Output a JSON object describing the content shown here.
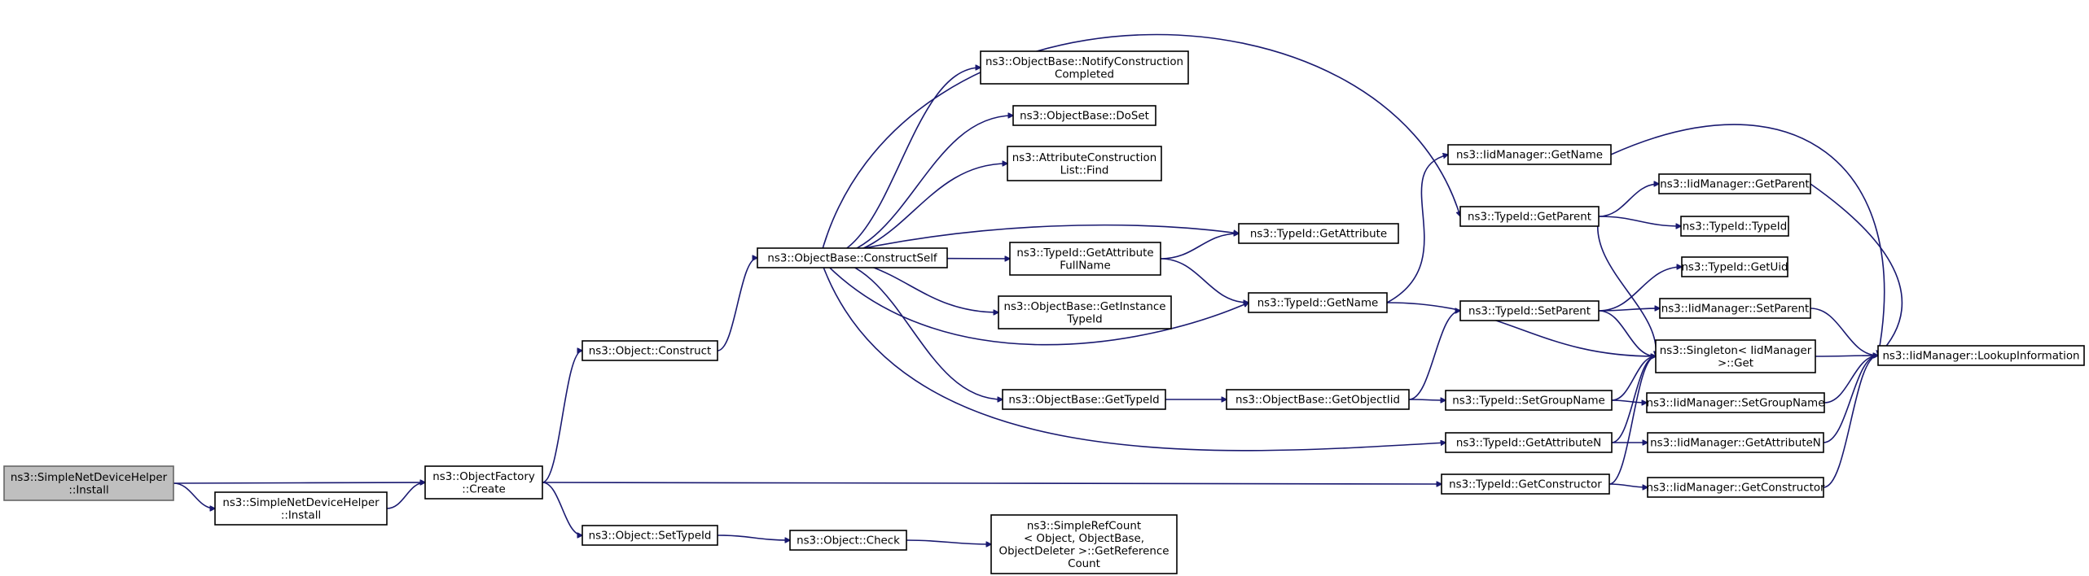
{
  "nodes": [
    {
      "id": "sndh_install_root",
      "lines": [
        "ns3::SimpleNetDeviceHelper",
        "::Install"
      ],
      "root": true
    },
    {
      "id": "sndh_install",
      "lines": [
        "ns3::SimpleNetDeviceHelper",
        "::Install"
      ]
    },
    {
      "id": "of_create",
      "lines": [
        "ns3::ObjectFactory",
        "::Create"
      ]
    },
    {
      "id": "obj_construct",
      "lines": [
        "ns3::Object::Construct"
      ]
    },
    {
      "id": "obj_settypeid",
      "lines": [
        "ns3::Object::SetTypeId"
      ]
    },
    {
      "id": "ob_constructself",
      "lines": [
        "ns3::ObjectBase::ConstructSelf"
      ]
    },
    {
      "id": "obj_check",
      "lines": [
        "ns3::Object::Check"
      ]
    },
    {
      "id": "ob_notify",
      "lines": [
        "ns3::ObjectBase::NotifyConstruction",
        "Completed"
      ]
    },
    {
      "id": "ob_doset",
      "lines": [
        "ns3::ObjectBase::DoSet"
      ]
    },
    {
      "id": "acl_find",
      "lines": [
        "ns3::AttributeConstruction",
        "List::Find"
      ]
    },
    {
      "id": "tid_getattrfullname",
      "lines": [
        "ns3::TypeId::GetAttribute",
        "FullName"
      ]
    },
    {
      "id": "ob_getinstancetypeid",
      "lines": [
        "ns3::ObjectBase::GetInstance",
        "TypeId"
      ]
    },
    {
      "id": "ob_gettypeid",
      "lines": [
        "ns3::ObjectBase::GetTypeId"
      ]
    },
    {
      "id": "src_getref",
      "lines": [
        "ns3::SimpleRefCount",
        "< Object, ObjectBase,",
        " ObjectDeleter >::GetReference",
        "Count"
      ]
    },
    {
      "id": "tid_getattribute",
      "lines": [
        "ns3::TypeId::GetAttribute"
      ]
    },
    {
      "id": "tid_getname",
      "lines": [
        "ns3::TypeId::GetName"
      ]
    },
    {
      "id": "ob_getobjectiid",
      "lines": [
        "ns3::ObjectBase::GetObjectIid"
      ]
    },
    {
      "id": "iid_getname",
      "lines": [
        "ns3::IidManager::GetName"
      ]
    },
    {
      "id": "tid_getparent",
      "lines": [
        "ns3::TypeId::GetParent"
      ]
    },
    {
      "id": "tid_setparent",
      "lines": [
        "ns3::TypeId::SetParent"
      ]
    },
    {
      "id": "tid_setgroupname",
      "lines": [
        "ns3::TypeId::SetGroupName"
      ]
    },
    {
      "id": "tid_getattributen",
      "lines": [
        "ns3::TypeId::GetAttributeN"
      ]
    },
    {
      "id": "tid_getconstructor",
      "lines": [
        "ns3::TypeId::GetConstructor"
      ]
    },
    {
      "id": "iid_getparent",
      "lines": [
        "ns3::IidManager::GetParent"
      ]
    },
    {
      "id": "tid_typeid",
      "lines": [
        "ns3::TypeId::TypeId"
      ]
    },
    {
      "id": "tid_getuid",
      "lines": [
        "ns3::TypeId::GetUid"
      ]
    },
    {
      "id": "iid_setparent",
      "lines": [
        "ns3::IidManager::SetParent"
      ]
    },
    {
      "id": "singleton_get",
      "lines": [
        "ns3::Singleton< IidManager",
        " >::Get"
      ]
    },
    {
      "id": "iid_setgroupname",
      "lines": [
        "ns3::IidManager::SetGroupName"
      ]
    },
    {
      "id": "iid_getattributen",
      "lines": [
        "ns3::IidManager::GetAttributeN"
      ]
    },
    {
      "id": "iid_getconstructor",
      "lines": [
        "ns3::IidManager::GetConstructor"
      ]
    },
    {
      "id": "iid_lookup",
      "lines": [
        "ns3::IidManager::LookupInformation"
      ]
    }
  ],
  "edges": [
    [
      "sndh_install_root",
      "of_create"
    ],
    [
      "sndh_install_root",
      "sndh_install"
    ],
    [
      "sndh_install",
      "of_create"
    ],
    [
      "of_create",
      "obj_construct"
    ],
    [
      "of_create",
      "obj_settypeid"
    ],
    [
      "of_create",
      "tid_getconstructor"
    ],
    [
      "obj_construct",
      "ob_constructself"
    ],
    [
      "obj_settypeid",
      "obj_check"
    ],
    [
      "obj_check",
      "src_getref"
    ],
    [
      "ob_constructself",
      "ob_notify"
    ],
    [
      "ob_constructself",
      "ob_doset"
    ],
    [
      "ob_constructself",
      "acl_find"
    ],
    [
      "ob_constructself",
      "tid_getattribute"
    ],
    [
      "ob_constructself",
      "tid_getattrfullname"
    ],
    [
      "ob_constructself",
      "ob_getinstancetypeid"
    ],
    [
      "ob_constructself",
      "tid_getname"
    ],
    [
      "ob_constructself",
      "ob_gettypeid"
    ],
    [
      "ob_constructself",
      "tid_getparent"
    ],
    [
      "ob_constructself",
      "tid_getattributen"
    ],
    [
      "tid_getattrfullname",
      "tid_getattribute"
    ],
    [
      "tid_getattrfullname",
      "tid_getname"
    ],
    [
      "tid_getname",
      "iid_getname"
    ],
    [
      "tid_getname",
      "singleton_get"
    ],
    [
      "ob_gettypeid",
      "ob_getobjectiid"
    ],
    [
      "ob_getobjectiid",
      "tid_setparent"
    ],
    [
      "ob_getobjectiid",
      "tid_setgroupname"
    ],
    [
      "iid_getname",
      "iid_lookup"
    ],
    [
      "tid_getparent",
      "iid_getparent"
    ],
    [
      "tid_getparent",
      "tid_typeid"
    ],
    [
      "tid_getparent",
      "singleton_get"
    ],
    [
      "tid_setparent",
      "tid_getuid"
    ],
    [
      "tid_setparent",
      "iid_setparent"
    ],
    [
      "tid_setparent",
      "singleton_get"
    ],
    [
      "tid_setgroupname",
      "singleton_get"
    ],
    [
      "tid_setgroupname",
      "iid_setgroupname"
    ],
    [
      "tid_getattributen",
      "singleton_get"
    ],
    [
      "tid_getattributen",
      "iid_getattributen"
    ],
    [
      "tid_getconstructor",
      "singleton_get"
    ],
    [
      "tid_getconstructor",
      "iid_getconstructor"
    ],
    [
      "iid_getparent",
      "iid_lookup"
    ],
    [
      "iid_setparent",
      "iid_lookup"
    ],
    [
      "singleton_get",
      "iid_lookup"
    ],
    [
      "iid_setgroupname",
      "iid_lookup"
    ],
    [
      "iid_getattributen",
      "iid_lookup"
    ],
    [
      "iid_getconstructor",
      "iid_lookup"
    ]
  ]
}
